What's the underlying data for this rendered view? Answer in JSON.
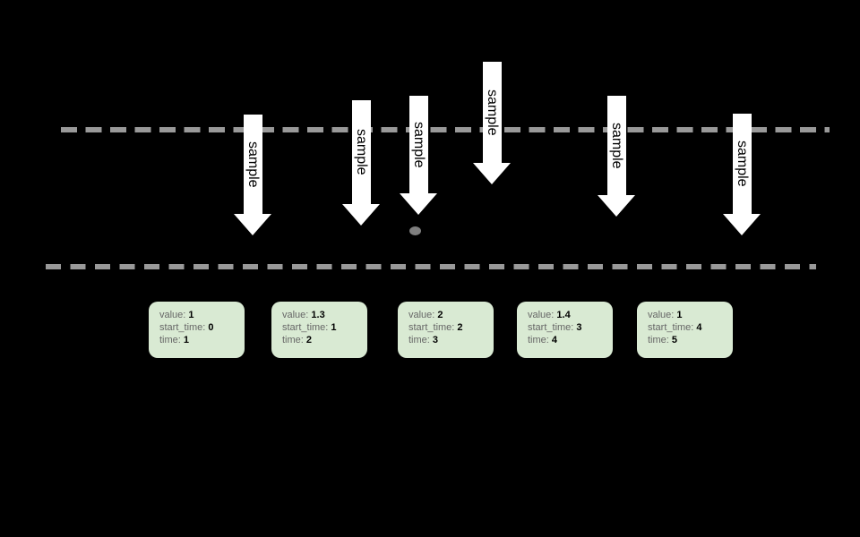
{
  "colors": {
    "background": "#000000",
    "timeline_dash": "#999999",
    "arrow_fill": "#ffffff",
    "arrow_text": "#000000",
    "card_fill": "#d9ead3",
    "card_label_text": "#666666",
    "card_value_text": "#000000",
    "dot": "#7f7f7f"
  },
  "arrows": [
    {
      "label": "sample"
    },
    {
      "label": "sample"
    },
    {
      "label": "sample"
    },
    {
      "label": "sample"
    },
    {
      "label": "sample"
    },
    {
      "label": "sample"
    }
  ],
  "cards": {
    "field_labels": {
      "value": "value:",
      "start_time": "start_time:",
      "time": "time:"
    },
    "items": [
      {
        "value": "1",
        "start_time": "0",
        "time": "1"
      },
      {
        "value": "1.3",
        "start_time": "1",
        "time": "2"
      },
      {
        "value": "2",
        "start_time": "2",
        "time": "3"
      },
      {
        "value": "1.4",
        "start_time": "3",
        "time": "4"
      },
      {
        "value": "1",
        "start_time": "4",
        "time": "5"
      }
    ]
  }
}
